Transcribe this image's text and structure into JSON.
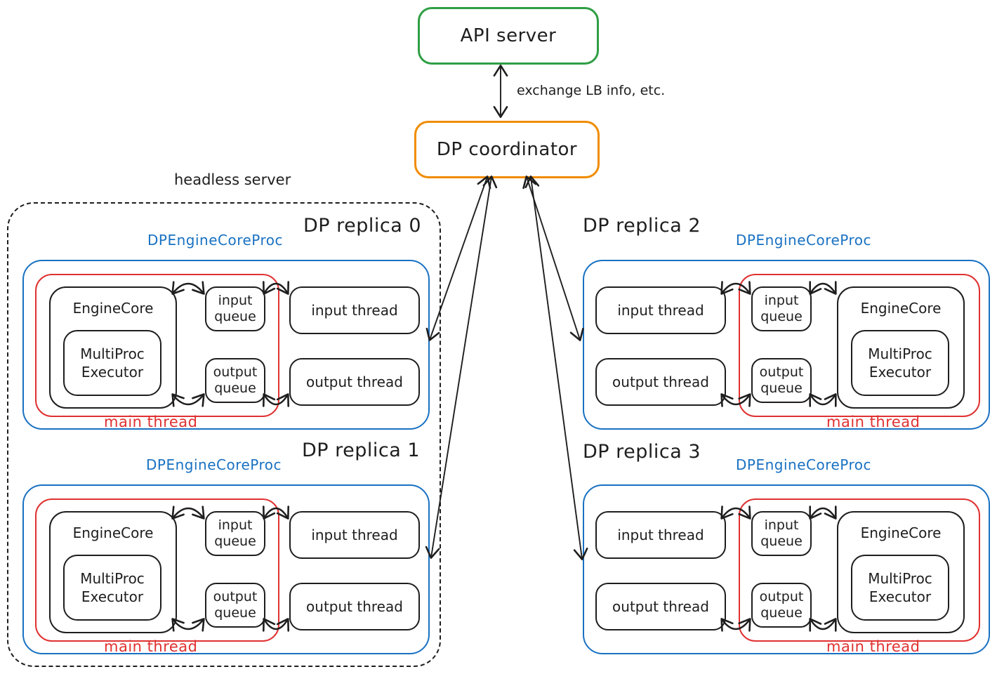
{
  "colors": {
    "ink": "#1e1e1e",
    "api_server_border": "#2f9e44",
    "coordinator_border": "#f08c00",
    "proc_box_border": "#1971c2",
    "main_thread_border": "#e03131"
  },
  "api_server": {
    "label": "API server"
  },
  "dp_coordinator": {
    "label": "DP coordinator"
  },
  "api_coordinator_link": {
    "label": "exchange LB info, etc."
  },
  "headless_server": {
    "label": "headless server"
  },
  "replicas": [
    {
      "title": "DP replica 0",
      "proc_label": "DPEngineCoreProc",
      "main_thread_label": "main thread",
      "engine_core": "EngineCore",
      "multiproc_executor": "MultiProc Executor",
      "input_queue": "input queue",
      "output_queue": "output queue",
      "input_thread": "input thread",
      "output_thread": "output thread"
    },
    {
      "title": "DP replica 1",
      "proc_label": "DPEngineCoreProc",
      "main_thread_label": "main thread",
      "engine_core": "EngineCore",
      "multiproc_executor": "MultiProc Executor",
      "input_queue": "input queue",
      "output_queue": "output queue",
      "input_thread": "input thread",
      "output_thread": "output thread"
    },
    {
      "title": "DP replica 2",
      "proc_label": "DPEngineCoreProc",
      "main_thread_label": "main thread",
      "engine_core": "EngineCore",
      "multiproc_executor": "MultiProc Executor",
      "input_queue": "input queue",
      "output_queue": "output queue",
      "input_thread": "input thread",
      "output_thread": "output thread"
    },
    {
      "title": "DP replica 3",
      "proc_label": "DPEngineCoreProc",
      "main_thread_label": "main thread",
      "engine_core": "EngineCore",
      "multiproc_executor": "MultiProc Executor",
      "input_queue": "input queue",
      "output_queue": "output queue",
      "input_thread": "input thread",
      "output_thread": "output thread"
    }
  ]
}
